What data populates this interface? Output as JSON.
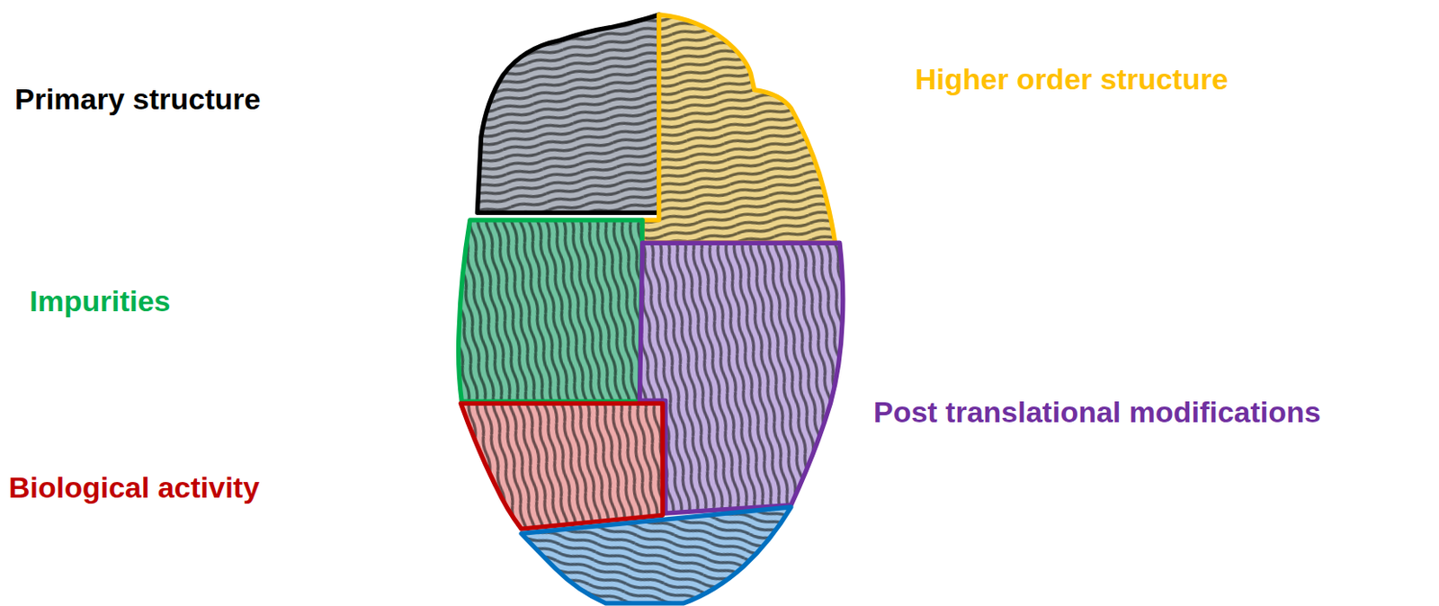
{
  "diagram": {
    "labels": [
      "Primary structure",
      "Higher order structure",
      "Impurities",
      "Post translational modifications",
      "Biological activity"
    ]
  }
}
